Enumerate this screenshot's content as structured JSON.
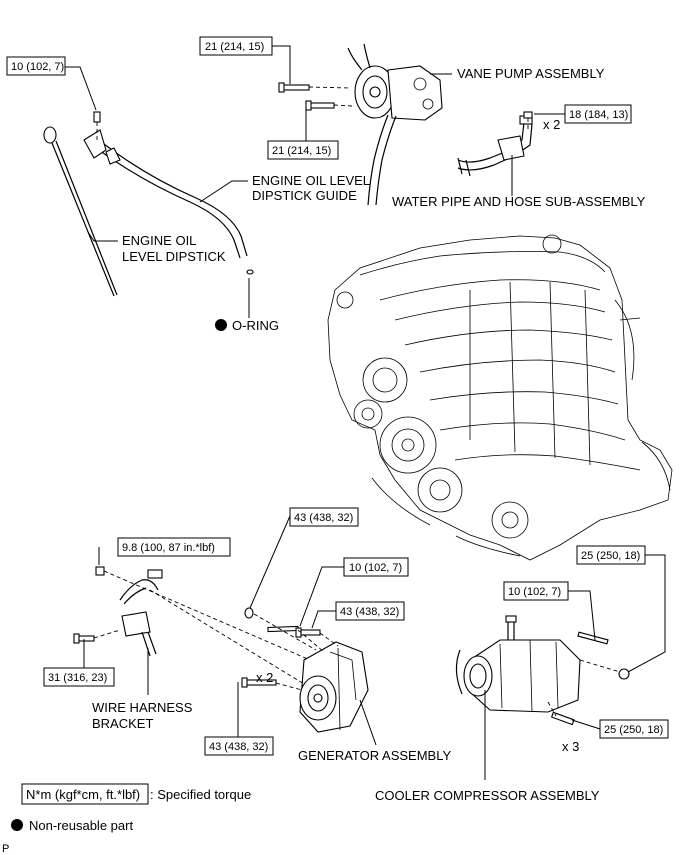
{
  "labels": {
    "vane_pump": "VANE PUMP ASSEMBLY",
    "water_pipe": "WATER PIPE AND HOSE SUB-ASSEMBLY",
    "dipstick_guide_line1": "ENGINE OIL LEVEL",
    "dipstick_guide_line2": "DIPSTICK GUIDE",
    "dipstick_line1": "ENGINE OIL",
    "dipstick_line2": "LEVEL DIPSTICK",
    "o_ring": "O-RING",
    "wire_harness_line1": "WIRE HARNESS",
    "wire_harness_line2": "BRACKET",
    "generator": "GENERATOR ASSEMBLY",
    "cooler_compressor": "COOLER COMPRESSOR ASSEMBLY"
  },
  "torques": {
    "dipstick_guide_bolt": "10 (102, 7)",
    "vane_pump_upper": "21 (214, 15)",
    "vane_pump_lower": "21 (214, 15)",
    "water_pipe_bolt": "18 (184, 13)",
    "harness_nut": "9.8 (100, 87 in.*lbf)",
    "harness_bolt": "31 (316, 23)",
    "gen_nut": "43 (438, 32)",
    "gen_stud": "10 (102, 7)",
    "gen_bolt_right": "43 (438, 32)",
    "gen_bolt_lower": "43 (438, 32)",
    "comp_nut": "25 (250, 18)",
    "comp_stud": "10 (102, 7)",
    "comp_bolt": "25 (250, 18)"
  },
  "multipliers": {
    "water_pipe": "x 2",
    "generator": "x 2",
    "compressor": "x 3"
  },
  "legend": {
    "torque_unit": "N*m (kgf*cm, ft.*lbf)",
    "torque_desc": ": Specified torque",
    "non_reusable": "Non-reusable part"
  },
  "corner_mark": "P"
}
